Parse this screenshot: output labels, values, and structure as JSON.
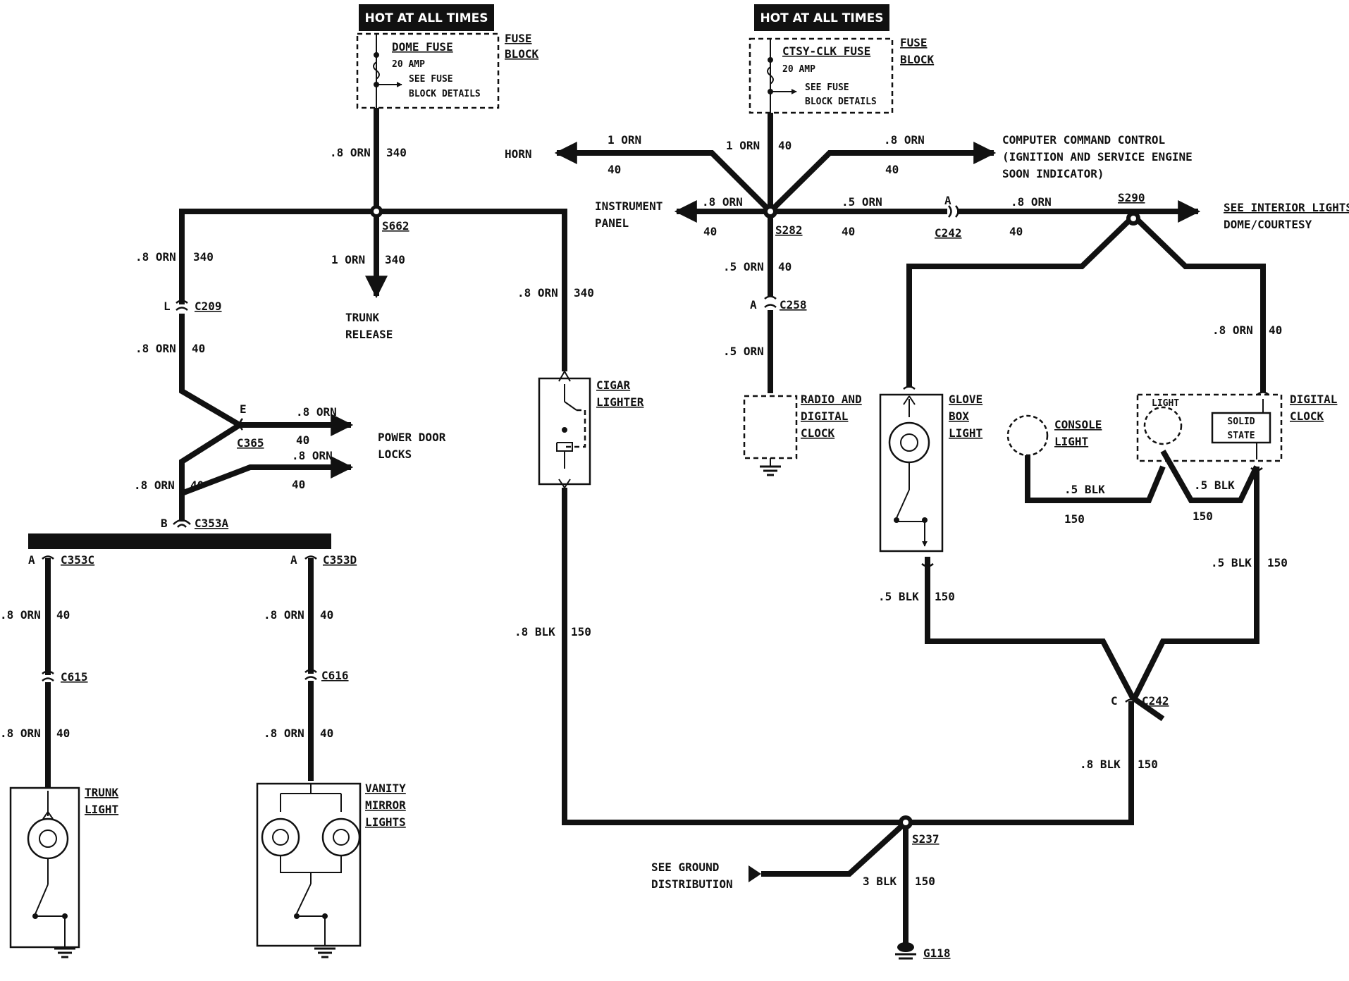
{
  "hot_left": "HOT AT ALL TIMES",
  "hot_right": "HOT AT ALL TIMES",
  "fuse_left": {
    "name": "DOME FUSE",
    "rating": "20 AMP",
    "see1": "SEE FUSE",
    "see2": "BLOCK DETAILS",
    "block1": "FUSE",
    "block2": "BLOCK"
  },
  "fuse_right": {
    "name": "CTSY-CLK FUSE",
    "rating": "20 AMP",
    "see1": "SEE FUSE",
    "see2": "BLOCK DETAILS",
    "block1": "FUSE",
    "block2": "BLOCK"
  },
  "wire_labels": {
    "w08orn": ".8 ORN",
    "w1orn": "1 ORN",
    "w05orn": ".5 ORN",
    "w08blk": ".8 BLK",
    "w05blk": ".5 BLK",
    "w3blk": "3 BLK",
    "c340": "340",
    "c40": "40",
    "c150": "150",
    "cA": "A",
    "cB": "B",
    "cC": "C",
    "cE": "E",
    "cL": "L"
  },
  "connectors": {
    "S662": "S662",
    "S282": "S282",
    "S290": "S290",
    "S237": "S237",
    "C209": "C209",
    "C365": "C365",
    "C353A": "C353A",
    "C353C": "C353C",
    "C353D": "C353D",
    "C615": "C615",
    "C616": "C616",
    "C258": "C258",
    "C242a": "C242",
    "C242b": "C242",
    "G118": "G118"
  },
  "labels": {
    "horn": "HORN",
    "ccc1": "COMPUTER COMMAND CONTROL",
    "ccc2": "(IGNITION AND SERVICE ENGINE",
    "ccc3": "SOON INDICATOR)",
    "ip1": "INSTRUMENT",
    "ip2": "PANEL",
    "int1": "SEE INTERIOR LIGHTS:",
    "int2": "DOME/COURTESY",
    "trunk_rel1": "TRUNK",
    "trunk_rel2": "RELEASE",
    "pdl1": "POWER DOOR",
    "pdl2": "LOCKS",
    "cigar1": "CIGAR",
    "cigar2": "LIGHTER",
    "radio1": "RADIO AND",
    "radio2": "DIGITAL",
    "radio3": "CLOCK",
    "glove1": "GLOVE",
    "glove2": "BOX",
    "glove3": "LIGHT",
    "console1": "CONSOLE",
    "console2": "LIGHT",
    "dclock1": "DIGITAL",
    "dclock2": "CLOCK",
    "light": "LIGHT",
    "solid1": "SOLID",
    "solid2": "STATE",
    "trunkl1": "TRUNK",
    "trunkl2": "LIGHT",
    "vanity1": "VANITY",
    "vanity2": "MIRROR",
    "vanity3": "LIGHTS",
    "gnd1": "SEE GROUND",
    "gnd2": "DISTRIBUTION"
  }
}
